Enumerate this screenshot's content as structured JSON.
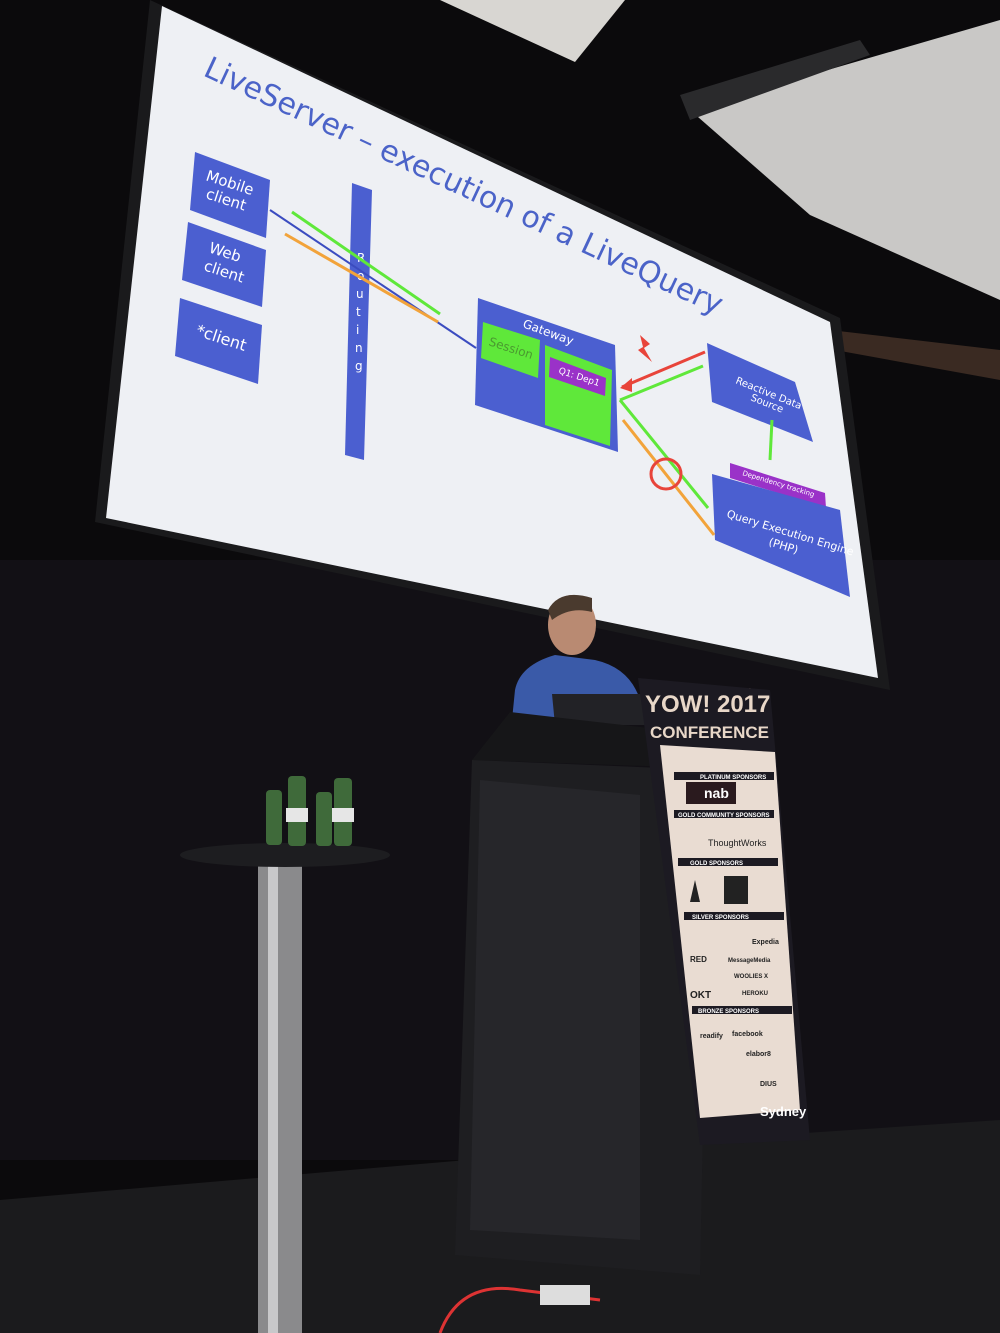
{
  "slide": {
    "title": "LiveServer – execution of a LiveQuery",
    "clients": [
      "Mobile",
      "client",
      "Web",
      "client",
      "*client"
    ],
    "routing_letters": [
      "R",
      "o",
      "u",
      "t",
      "i",
      "n",
      "g"
    ],
    "gateway": "Gateway",
    "session": "Session",
    "query_dep": "Q1: Dep1",
    "reactive_source": [
      "Reactive Data",
      "Source"
    ],
    "dependency_tracking": "Dependency tracking",
    "query_engine": [
      "Query Execution Engine",
      "(PHP)"
    ]
  },
  "banner": {
    "header": [
      "YOW! 2017",
      "CONFERENCE"
    ],
    "sections": [
      "PLATINUM SPONSORS",
      "GOLD COMMUNITY SPONSORS",
      "GOLD SPONSORS",
      "SILVER SPONSORS",
      "BRONZE SPONSORS"
    ],
    "sponsors": [
      "nab",
      "ThoughtWorks",
      "RED",
      "MessageMedia",
      "Expedia",
      "WOOLIES X",
      "HEROKU",
      "OKT",
      "readify",
      "facebook",
      "elabor8",
      "DIUS"
    ],
    "footer": "Sydney"
  },
  "colors": {
    "slide_bg": "#eef0f4",
    "box_blue": "#4b5fd0",
    "green": "#5fe83a",
    "purple": "#9a32c8",
    "red": "#e8443a",
    "orange": "#f2a33a"
  }
}
